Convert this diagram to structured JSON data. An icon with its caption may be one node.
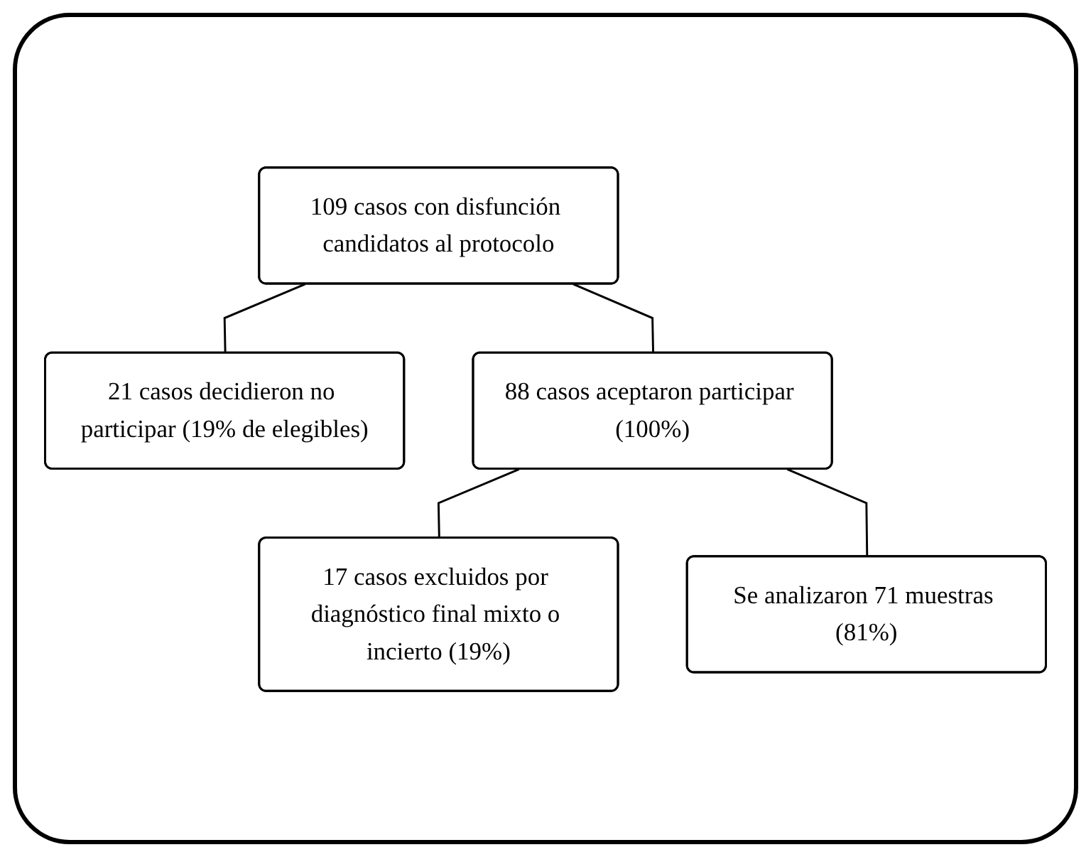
{
  "diagram": {
    "nodes": [
      {
        "text": [
          "109 casos con disfunción candidatos al protocolo"
        ]
      },
      {
        "text": [
          "21 casos decidieron no participar (19% de elegibles)"
        ]
      },
      {
        "text": [
          "88 casos aceptaron participar (100%)"
        ]
      },
      {
        "text": [
          "17 casos excluidos por diagnóstico final mixto o incierto (19%)"
        ]
      },
      {
        "text": [
          "Se analizaron 71 muestras (81%)"
        ]
      }
    ],
    "edges": [
      {
        "from": 0,
        "to": 1,
        "arrow": "none"
      },
      {
        "from": 0,
        "to": 2,
        "arrow": "none"
      },
      {
        "from": 2,
        "to": 3,
        "arrow": "none"
      },
      {
        "from": 2,
        "to": 4,
        "arrow": "none"
      }
    ]
  }
}
